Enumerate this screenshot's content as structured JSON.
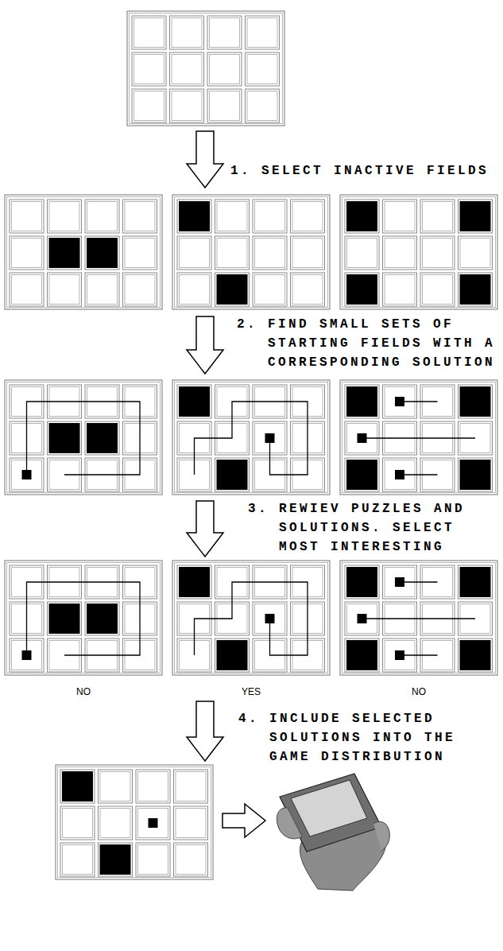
{
  "diagram": {
    "labels": [
      "1. SELECT INACTIVE FIELDS",
      "2. FIND SMALL SETS OF STARTING FIELDS WITH A CORRESPONDING SOLUTION",
      "3. REWIEV PUZZLES AND SOLUTIONS. SELECT MOST INTERESTING",
      "NO",
      "YES",
      "NO",
      "4. INCLUDE SELECTED SOLUTIONS INTO THE GAME DISTRIBUTION"
    ]
  }
}
